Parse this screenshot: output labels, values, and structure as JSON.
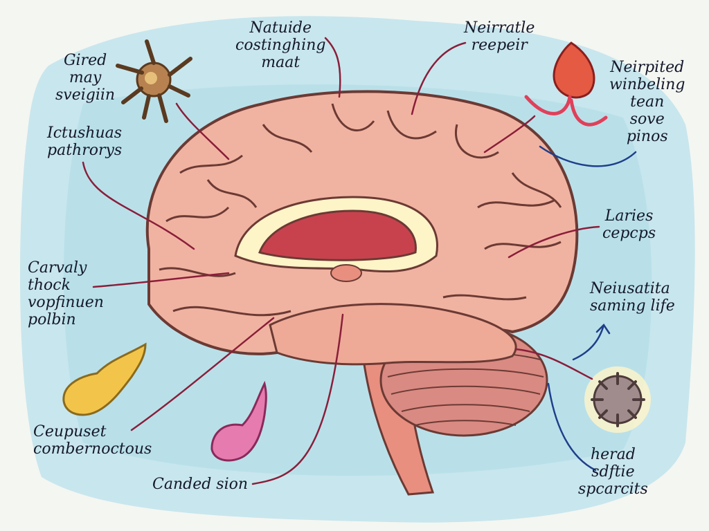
{
  "colors": {
    "background": "#f4f6f2",
    "wash": "#bfe3ec",
    "brain": "#f1b3a1",
    "brain_outline": "#6b3a34",
    "leader_line": "#8a1e3a",
    "blue_arrow": "#1e3f8a",
    "label_text": "#14182a"
  },
  "labels": {
    "top_center": [
      "Natuide",
      "costinghing",
      "maat"
    ],
    "top_right": [
      "Neirratle",
      "reepeir"
    ],
    "top_left": [
      "Gired",
      "may",
      "sveigiin"
    ],
    "left_upper": [
      "Ictushuas",
      "pathrorys"
    ],
    "right_upper": [
      "Neirpited",
      "winbeling",
      "tean",
      "sove",
      "pinos"
    ],
    "right_mid": [
      "Laries",
      "cepcps"
    ],
    "left_mid": [
      "Carvaly",
      "thock",
      "vopfinuen",
      "polbin"
    ],
    "right_lower": [
      "Neiusatita",
      "saming life"
    ],
    "bottom_left": [
      "Ceupuset",
      "combernoctous"
    ],
    "bottom_center": [
      "Canded sion"
    ],
    "bottom_right": [
      "herad",
      "sdftie",
      "spcarcits"
    ]
  },
  "icons": {
    "neuron": "neuron-cell-icon",
    "red_organ": "red-organ-icon",
    "yellow_organ": "yellow-gland-icon",
    "pink_organ": "pink-gland-icon",
    "spiky_cell": "spiky-cell-icon"
  }
}
